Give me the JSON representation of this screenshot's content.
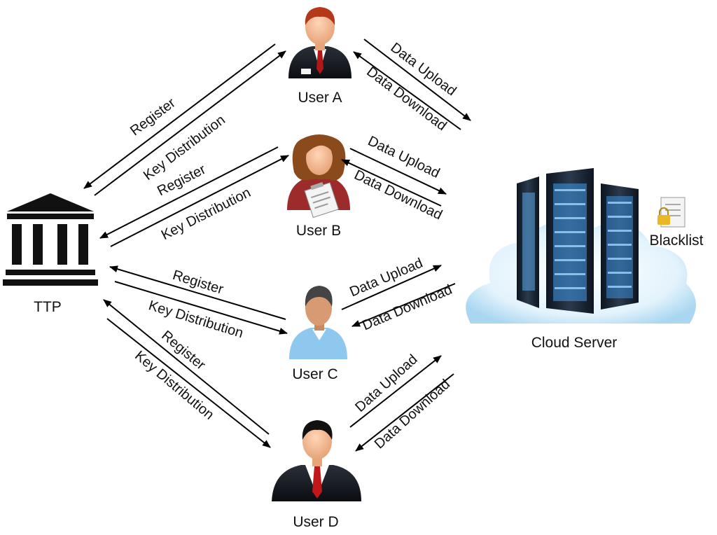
{
  "nodes": {
    "ttp": {
      "label": "TTP",
      "icon": "institution-building-icon"
    },
    "user_a": {
      "label": "User A",
      "icon": "user-red-hair-icon"
    },
    "user_b": {
      "label": "User B",
      "icon": "user-female-clipboard-icon"
    },
    "user_c": {
      "label": "User C",
      "icon": "user-blue-shirt-icon"
    },
    "user_d": {
      "label": "User D",
      "icon": "user-suit-icon"
    },
    "cloud_server": {
      "label": "Cloud Server",
      "icon": "server-cloud-icon"
    },
    "blacklist": {
      "label": "Blacklist",
      "icon": "locked-document-icon"
    }
  },
  "edges": {
    "register": "Register",
    "key_distribution": "Key Distribution",
    "data_upload": "Data Upload",
    "data_download": "Data Download"
  },
  "colors": {
    "arrow": "#000000",
    "ttp": "#111111",
    "cloud": "#cfe9f7",
    "server": "#1c2a3a",
    "server_led": "#4aa8ff"
  }
}
